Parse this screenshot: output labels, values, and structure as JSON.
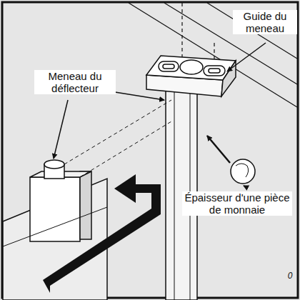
{
  "diagram": {
    "labels": [
      "Guide du meneau",
      "Meneau du déflecteur",
      "Épaisseur d'une pièce de monnaie",
      "0"
    ]
  }
}
